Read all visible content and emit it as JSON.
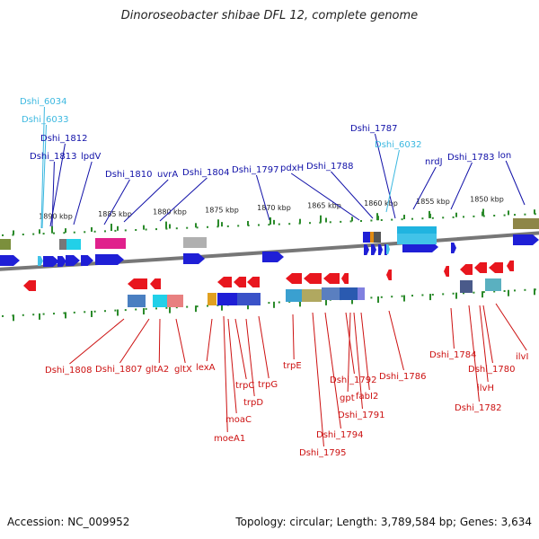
{
  "title": "Dinoroseobacter shibae DFL 12, complete genome",
  "footer": {
    "accession": "Accession: NC_009952",
    "summary": "Topology: circular; Length: 3,789,584 bp; Genes: 3,634"
  },
  "colors": {
    "forward_gene": "#1f1fd6",
    "reverse_gene": "#e8161e",
    "light_gene": "#41c3e8",
    "label_forward": "#1010a8",
    "label_light": "#3cb8e0",
    "label_reverse": "#cc1010",
    "tick": "#2a8a2a",
    "backbone": "#777777"
  },
  "scale": {
    "labels": [
      "1890 kbp",
      "1885 kbp",
      "1880 kbp",
      "1875 kbp",
      "1870 kbp",
      "1865 kbp",
      "1860 kbp",
      "1855 kbp",
      "1850 kbp"
    ]
  },
  "top_labels": [
    {
      "text": "Dshi_6034",
      "kind": "light"
    },
    {
      "text": "Dshi_6033",
      "kind": "light"
    },
    {
      "text": "Dshi_1812",
      "kind": "forward"
    },
    {
      "text": "Dshi_1813",
      "kind": "forward"
    },
    {
      "text": "lpdV",
      "kind": "forward"
    },
    {
      "text": "Dshi_1810",
      "kind": "forward"
    },
    {
      "text": "uvrA",
      "kind": "forward"
    },
    {
      "text": "Dshi_1804",
      "kind": "forward"
    },
    {
      "text": "Dshi_1797",
      "kind": "forward"
    },
    {
      "text": "pdxH",
      "kind": "forward"
    },
    {
      "text": "Dshi_1788",
      "kind": "forward"
    },
    {
      "text": "Dshi_1787",
      "kind": "forward"
    },
    {
      "text": "Dshi_6032",
      "kind": "light"
    },
    {
      "text": "nrdJ",
      "kind": "forward"
    },
    {
      "text": "Dshi_1783",
      "kind": "forward"
    },
    {
      "text": "lon",
      "kind": "forward"
    }
  ],
  "bottom_labels": [
    {
      "text": "Dshi_1808"
    },
    {
      "text": "Dshi_1807"
    },
    {
      "text": "gltA2"
    },
    {
      "text": "gltX"
    },
    {
      "text": "lexA"
    },
    {
      "text": "trpC"
    },
    {
      "text": "trpG"
    },
    {
      "text": "trpD"
    },
    {
      "text": "moaC"
    },
    {
      "text": "moeA1"
    },
    {
      "text": "trpE"
    },
    {
      "text": "Dshi_1792"
    },
    {
      "text": "gpt"
    },
    {
      "text": "fabI2"
    },
    {
      "text": "Dshi_1791"
    },
    {
      "text": "Dshi_1794"
    },
    {
      "text": "Dshi_1795"
    },
    {
      "text": "Dshi_1786"
    },
    {
      "text": "Dshi_1784"
    },
    {
      "text": "Dshi_1780"
    },
    {
      "text": "ilvH"
    },
    {
      "text": "Dshi_1782"
    },
    {
      "text": "ilvI"
    }
  ]
}
